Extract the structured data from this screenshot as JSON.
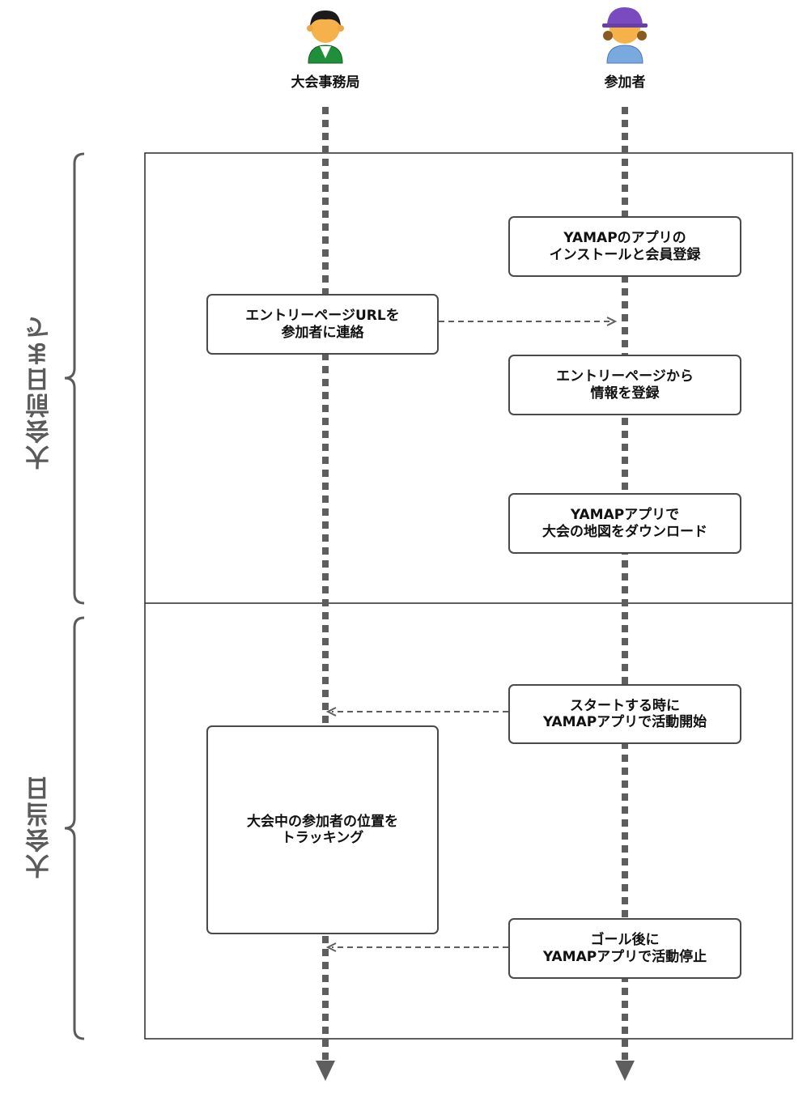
{
  "actors": {
    "office": {
      "label": "大会事務局",
      "icon": "staff-person-icon",
      "shirt_color": "#1f8f3a"
    },
    "participant": {
      "label": "参加者",
      "icon": "participant-person-icon",
      "hat_color": "#7a4bbf",
      "shirt_color": "#7aa9e0"
    }
  },
  "phases": {
    "before": {
      "label": "大会前日まで"
    },
    "day": {
      "label": "大会当日"
    }
  },
  "steps": {
    "install": {
      "line1": "YAMAPのアプリの",
      "line2": "インストールと会員登録"
    },
    "entry_url": {
      "line1": "エントリーページURLを",
      "line2": "参加者に連絡"
    },
    "register": {
      "line1": "エントリーページから",
      "line2": "情報を登録"
    },
    "download": {
      "line1": "YAMAPアプリで",
      "line2": "大会の地図をダウンロード"
    },
    "start": {
      "line1": "スタートする時に",
      "line2": "YAMAPアプリで活動開始"
    },
    "tracking": {
      "line1": "大会中の参加者の位置を",
      "line2": "トラッキング"
    },
    "goal": {
      "line1": "ゴール後に",
      "line2": "YAMAPアプリで活動停止"
    }
  },
  "colors": {
    "lifeline": "#5e5e5e",
    "border": "#4a4a4a",
    "phase_text": "#5b5b5b"
  }
}
